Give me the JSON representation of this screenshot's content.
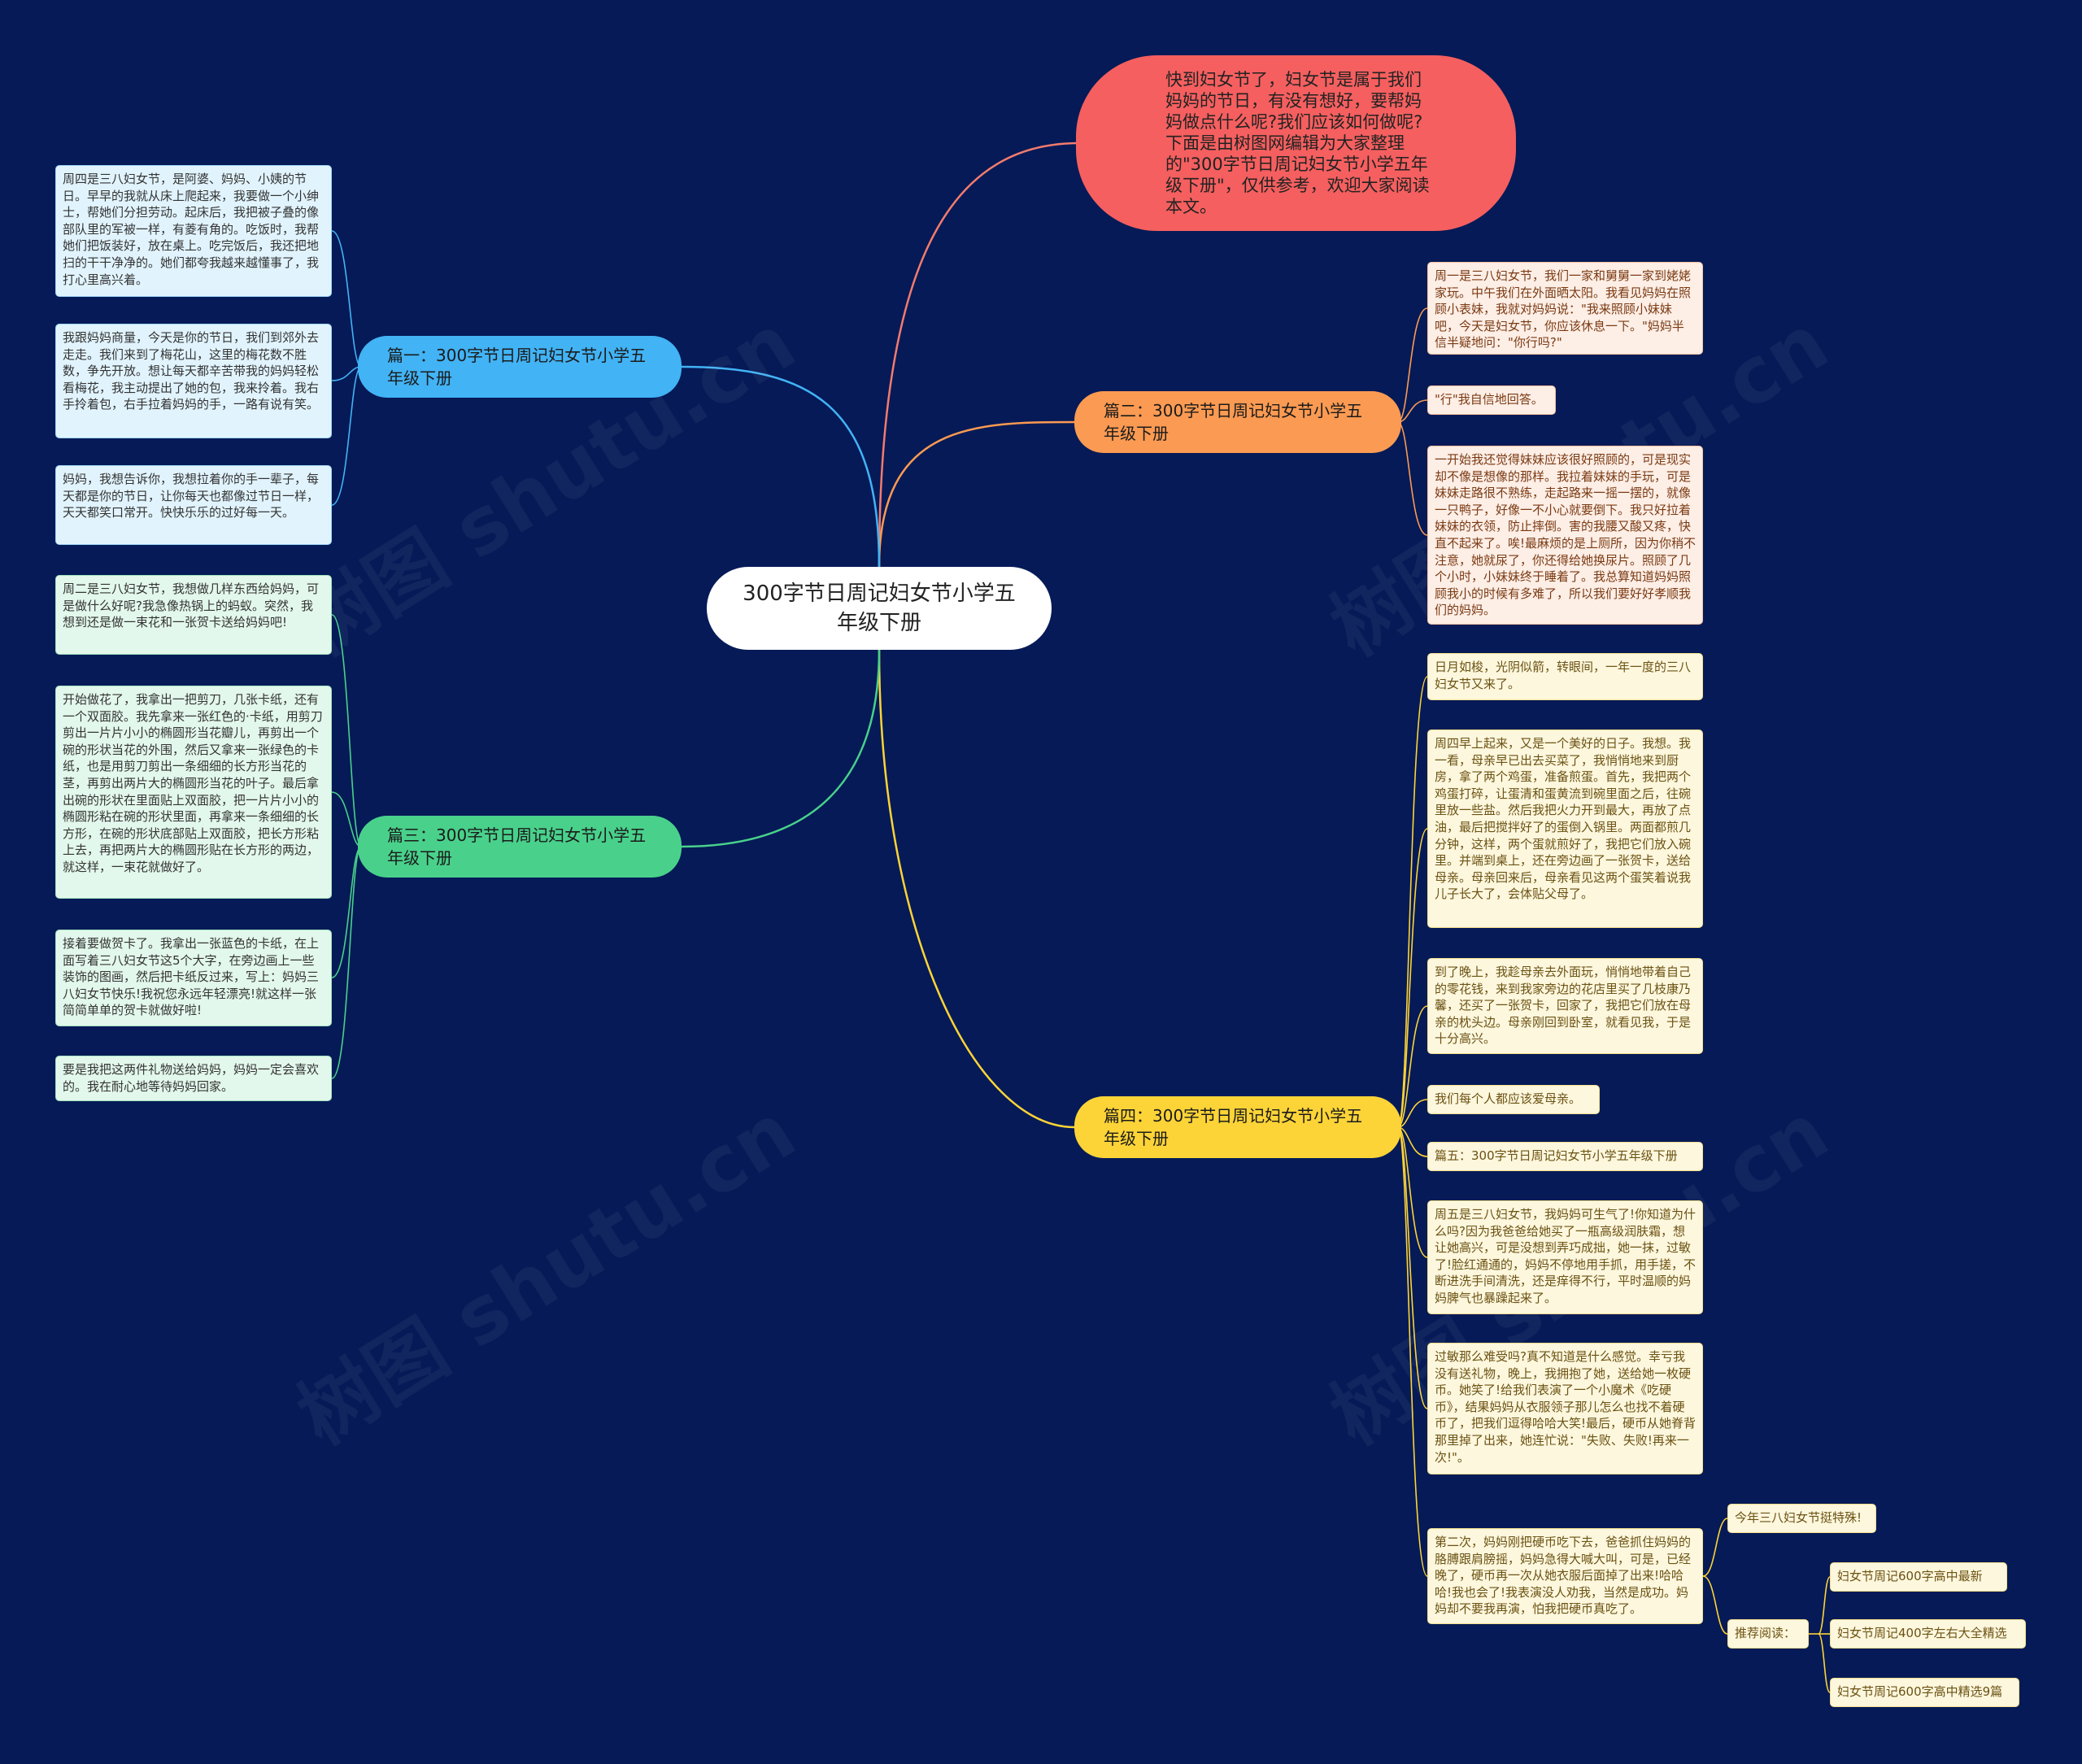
{
  "colors": {
    "background": "#051a57",
    "root": "#ffffff",
    "intro": "#f55f5f",
    "branch1": "#42b3f5",
    "branch2": "#fb9a52",
    "branch3": "#49d18b",
    "branch4": "#fdd437"
  },
  "watermarks": [
    "树图 shutu.cn",
    "树图 shutu.cn",
    "树图 shutu.cn",
    "树图 shutu.cn"
  ],
  "root": {
    "text": "300字节日周记妇女节小学五年级下册"
  },
  "intro": {
    "text": "快到妇女节了，妇女节是属于我们妈妈的节日，有没有想好，要帮妈妈做点什么呢?我们应该如何做呢?下面是由树图网编辑为大家整理的\"300字节日周记妇女节小学五年级下册\"，仅供参考，欢迎大家阅读本文。"
  },
  "branches": [
    {
      "label": "篇一：300字节日周记妇女节小学五年级下册",
      "leaves": [
        "周四是三八妇女节，是阿婆、妈妈、小姨的节日。早早的我就从床上爬起来，我要做一个小绅士，帮她们分担劳动。起床后，我把被子叠的像部队里的军被一样，有菱有角的。吃饭时，我帮她们把饭装好，放在桌上。吃完饭后，我还把地扫的干干净净的。她们都夸我越来越懂事了，我打心里高兴着。",
        "我跟妈妈商量，今天是你的节日，我们到郊外去走走。我们来到了梅花山，这里的梅花数不胜数，争先开放。想让每天都辛苦带我的妈妈轻松看梅花，我主动提出了她的包，我来拎着。我右手拎着包，右手拉着妈妈的手，一路有说有笑。",
        "妈妈，我想告诉你，我想拉着你的手一辈子，每天都是你的节日，让你每天也都像过节日一样，天天都笑口常开。快快乐乐的过好每一天。"
      ]
    },
    {
      "label": "篇二：300字节日周记妇女节小学五年级下册",
      "leaves": [
        "周一是三八妇女节，我们一家和舅舅一家到姥姥家玩。中午我们在外面晒太阳。我看见妈妈在照顾小表妹，我就对妈妈说：\"我来照顾小妹妹吧，今天是妇女节，你应该休息一下。\"妈妈半信半疑地问：\"你行吗?\"",
        "\"行\"我自信地回答。",
        "一开始我还觉得妹妹应该很好照顾的，可是现实却不像是想像的那样。我拉着妹妹的手玩，可是妹妹走路很不熟练，走起路来一摇一摆的，就像一只鸭子，好像一不小心就要倒下。我只好拉着妹妹的衣领，防止摔倒。害的我腰又酸又疼，快直不起来了。唉!最麻烦的是上厕所，因为你稍不注意，她就尿了，你还得给她换尿片。照顾了几个小时，小妹妹终于睡着了。我总算知道妈妈照顾我小的时候有多难了，所以我们要好好孝顺我们的妈妈。"
      ]
    },
    {
      "label": "篇三：300字节日周记妇女节小学五年级下册",
      "leaves": [
        "周二是三八妇女节，我想做几样东西给妈妈，可是做什么好呢?我急像热锅上的蚂蚁。突然，我想到还是做一束花和一张贺卡送给妈妈吧!",
        "开始做花了，我拿出一把剪刀，几张卡纸，还有一个双面胶。我先拿来一张红色的·卡纸，用剪刀剪出一片片小小的椭圆形当花瓣儿，再剪出一个碗的形状当花的外围，然后又拿来一张绿色的卡纸，也是用剪刀剪出一条细细的长方形当花的茎，再剪出两片大的椭圆形当花的叶子。最后拿出碗的形状在里面贴上双面胶，把一片片小小的椭圆形粘在碗的形状里面，再拿来一条细细的长方形，在碗的形状底部贴上双面胶，把长方形粘上去，再把两片大的椭圆形贴在长方形的两边，就这样，一束花就做好了。",
        "接着要做贺卡了。我拿出一张蓝色的卡纸，在上面写着三八妇女节这5个大字，在旁边画上一些装饰的图画，然后把卡纸反过来，写上：妈妈三八妇女节快乐!我祝您永远年轻漂亮!就这样一张简简单单的贺卡就做好啦!",
        "要是我把这两件礼物送给妈妈，妈妈一定会喜欢的。我在耐心地等待妈妈回家。"
      ]
    },
    {
      "label": "篇四：300字节日周记妇女节小学五年级下册",
      "leaves": [
        "日月如梭，光阴似箭，转眼间，一年一度的三八妇女节又来了。",
        "周四早上起来，又是一个美好的日子。我想。我一看，母亲早已出去买菜了，我悄悄地来到厨房，拿了两个鸡蛋，准备煎蛋。首先，我把两个鸡蛋打碎，让蛋清和蛋黄流到碗里面之后，往碗里放一些盐。然后我把火力开到最大，再放了点油，最后把搅拌好了的蛋倒入锅里。两面都煎几分钟，这样，两个蛋就煎好了，我把它们放入碗里。并端到桌上，还在旁边画了一张贺卡，送给母亲。母亲回来后，母亲看见这两个蛋笑着说我儿子长大了，会体贴父母了。",
        "到了晚上，我趁母亲去外面玩，悄悄地带着自己的零花钱，来到我家旁边的花店里买了几枝康乃馨，还买了一张贺卡，回家了，我把它们放在母亲的枕头边。母亲刚回到卧室，就看见我，于是十分高兴。",
        "我们每个人都应该爱母亲。",
        "篇五：300字节日周记妇女节小学五年级下册",
        "周五是三八妇女节，我妈妈可生气了!你知道为什么吗?因为我爸爸给她买了一瓶高级润肤霜，想让她高兴，可是没想到弄巧成拙，她一抹，过敏了!脸红通通的，妈妈不停地用手抓，用手搓，不断进洗手间清洗，还是痒得不行，平时温顺的妈妈脾气也暴躁起来了。",
        "过敏那么难受吗?真不知道是什么感觉。幸亏我没有送礼物，晚上，我拥抱了她，送给她一枚硬币。她笑了!给我们表演了一个小魔术《吃硬币》，结果妈妈从衣服领子那儿怎么也找不着硬币了，把我们逗得哈哈大笑!最后，硬币从她脊背那里掉了出来，她连忙说：\"失败、失败!再来一次!\"。",
        "第二次，妈妈刚把硬币吃下去，爸爸抓住妈妈的胳膊跟肩膀摇，妈妈急得大喊大叫，可是，已经晚了，硬币再一次从她衣服后面掉了出来!哈哈哈!我也会了!我表演没人劝我，当然是成功。妈妈却不要我再演，怕我把硬币真吃了。"
      ],
      "tail": {
        "note": "今年三八妇女节挺特殊!",
        "recommend_label": "推荐阅读：",
        "recommend": [
          "妇女节周记600字高中最新",
          "妇女节周记400字左右大全精选",
          "妇女节周记600字高中精选9篇"
        ]
      }
    }
  ]
}
